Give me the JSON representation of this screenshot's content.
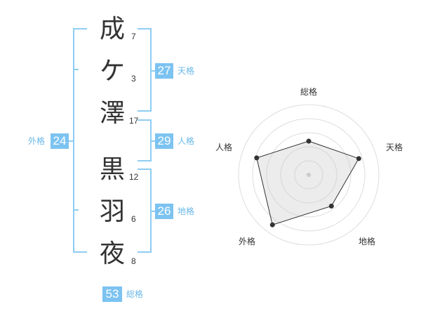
{
  "name_chars": [
    {
      "char": "成",
      "strokes": "7"
    },
    {
      "char": "ケ",
      "strokes": "3"
    },
    {
      "char": "澤",
      "strokes": "17"
    },
    {
      "char": "黒",
      "strokes": "12"
    },
    {
      "char": "羽",
      "strokes": "6"
    },
    {
      "char": "夜",
      "strokes": "8"
    }
  ],
  "scores": {
    "tenkaku": {
      "value": "27",
      "label": "天格"
    },
    "jinkaku": {
      "value": "29",
      "label": "人格"
    },
    "chikaku": {
      "value": "26",
      "label": "地格"
    },
    "gaikaku": {
      "value": "24",
      "label": "外格"
    },
    "soukaku": {
      "value": "53",
      "label": "総格"
    }
  },
  "radar": {
    "axes": [
      "総格",
      "天格",
      "地格",
      "外格",
      "人格"
    ],
    "levels": [
      0.48,
      0.75,
      0.55,
      0.88,
      0.78
    ]
  },
  "colors": {
    "accent": "#7cc3f1",
    "bracket": "#8ecdf2",
    "text": "#333333"
  }
}
